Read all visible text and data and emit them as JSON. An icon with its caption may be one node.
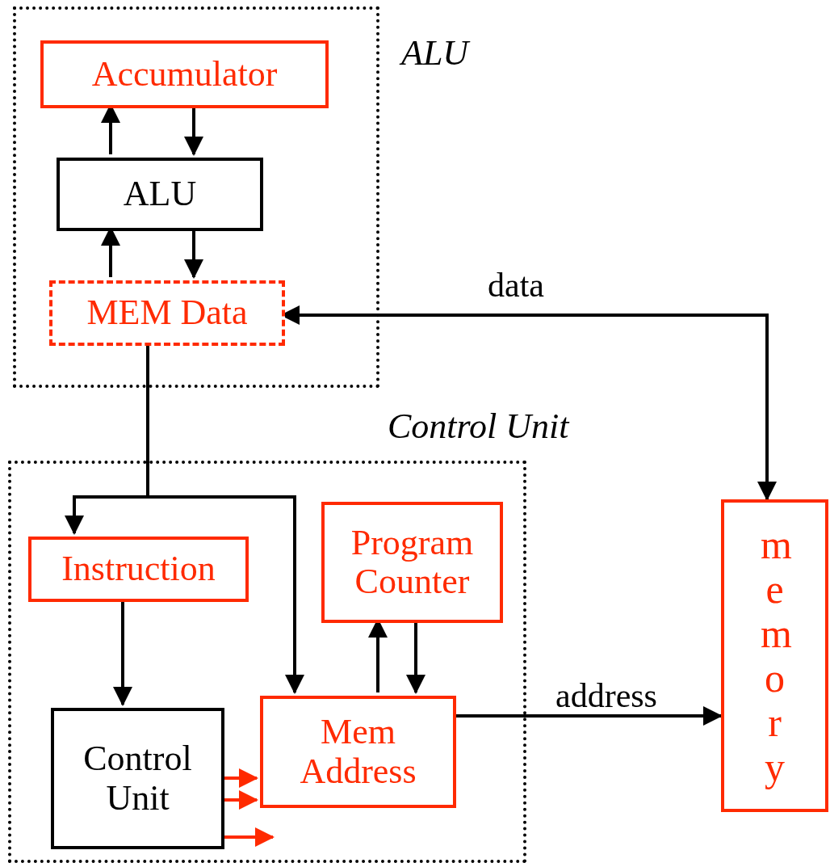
{
  "diagram": {
    "nodes": [
      {
        "text": [
          "ALU"
        ]
      },
      {
        "text": [
          "Accumulator"
        ],
        "in": 0
      },
      {
        "text": [
          "ALU"
        ],
        "in": 0
      },
      {
        "text": [
          "MEM Data"
        ],
        "in": 0
      },
      {
        "text": [
          "Control Unit"
        ]
      },
      {
        "text": [
          "Instruction"
        ],
        "in": 4
      },
      {
        "text": [
          "Program Counter"
        ],
        "in": 4
      },
      {
        "text": [
          "Control Unit"
        ],
        "in": 4
      },
      {
        "text": [
          "Mem Address"
        ],
        "in": 4
      },
      {
        "text": [
          "memory"
        ]
      }
    ],
    "edges": [
      {
        "from": 2,
        "to": 1,
        "arrow": "to"
      },
      {
        "from": 1,
        "to": 2,
        "arrow": "to"
      },
      {
        "from": 3,
        "to": 2,
        "arrow": "to"
      },
      {
        "from": 2,
        "to": 3,
        "arrow": "to"
      },
      {
        "from": 9,
        "to": 3,
        "arrow": "both",
        "label": "data"
      },
      {
        "from": 3,
        "to": 5,
        "arrow": "to"
      },
      {
        "from": 3,
        "to": 8,
        "arrow": "to"
      },
      {
        "from": 5,
        "to": 7,
        "arrow": "to"
      },
      {
        "from": 8,
        "to": 6,
        "arrow": "to"
      },
      {
        "from": 6,
        "to": 8,
        "arrow": "to"
      },
      {
        "from": 8,
        "to": 9,
        "arrow": "to",
        "label": "address"
      },
      {
        "from": 7,
        "to": 8,
        "arrow": "to",
        "color": "#ff2a00"
      },
      {
        "from": 7,
        "to": 8,
        "arrow": "to",
        "color": "#ff2a00"
      },
      {
        "from": 7,
        "to": null,
        "arrow": "to",
        "color": "#ff2a00"
      }
    ]
  }
}
